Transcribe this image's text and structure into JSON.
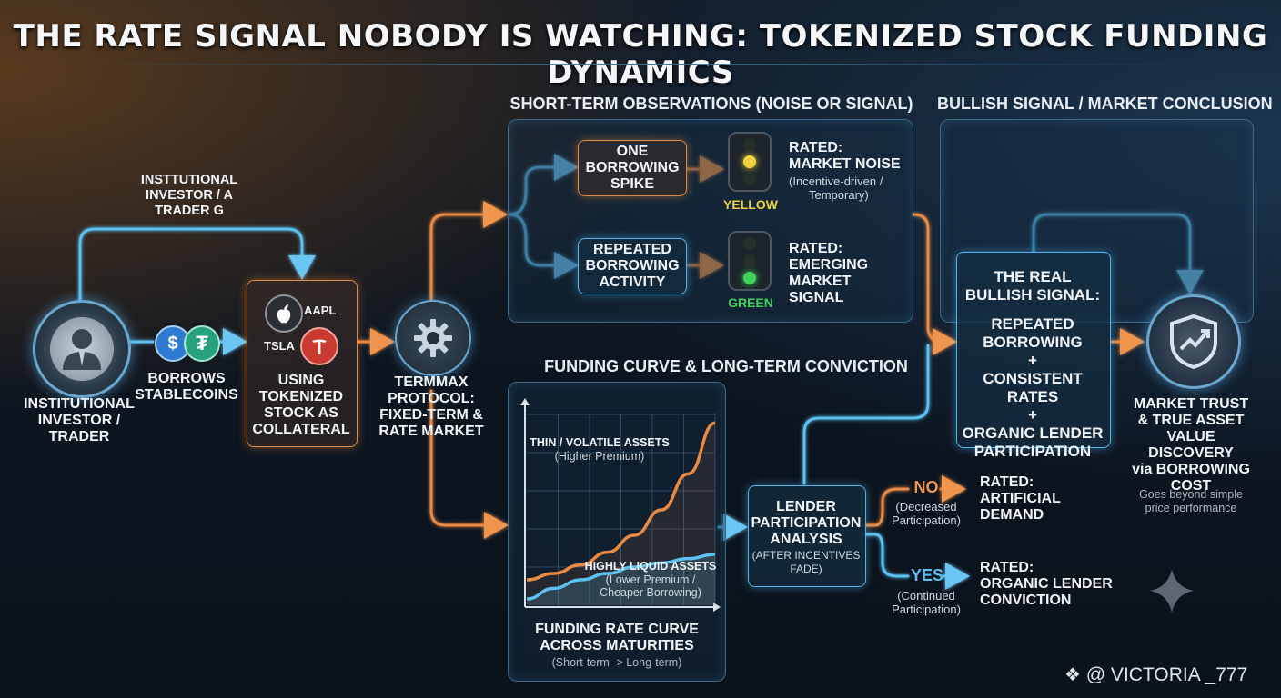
{
  "title": "THE RATE SIGNAL NOBODY IS WATCHING: TOKENIZED STOCK FUNDING DYNAMICS",
  "sections": {
    "short_term": "SHORT-TERM OBSERVATIONS (NOISE OR SIGNAL)",
    "bullish": "BULLISH SIGNAL / MARKET CONCLUSION",
    "funding": "FUNDING CURVE & LONG-TERM CONVICTION"
  },
  "left": {
    "loop_label": [
      "INSTTUTIONAL",
      "INVESTOR /  A",
      "TRADER G"
    ],
    "investor_label": [
      "INSTITUTIONAL",
      "INVESTOR /",
      "TRADER"
    ],
    "borrows_label": [
      "BORROWS",
      "STABLECOINS"
    ],
    "collateral_label": [
      "USING",
      "TOKENIZED",
      "STOCK AS",
      "COLLATERAL"
    ],
    "aapl": "AAPL",
    "tsla": "TSLA",
    "protocol_label": [
      "TERMMAX",
      "PROTOCOL:",
      "FIXED-TERM &",
      "RATE MARKET"
    ]
  },
  "short_term": {
    "spike_box": [
      "ONE",
      "BORROWING",
      "SPIKE"
    ],
    "spike_light": "YELLOW",
    "spike_rated": [
      "RATED:",
      "MARKET NOISE"
    ],
    "spike_note": [
      "(Incentive-driven /",
      "Temporary)"
    ],
    "repeat_box": [
      "REPEATED",
      "BORROWING",
      "ACTIVITY"
    ],
    "repeat_light": "GREEN",
    "repeat_rated": [
      "RATED:",
      "EMERGING",
      "MARKET SIGNAL"
    ]
  },
  "bullish": {
    "box": [
      "THE REAL",
      "BULLISH SIGNAL:",
      "REPEATED",
      "BORROWING",
      "+",
      "CONSISTENT RATES",
      "+",
      "ORGANIC LENDER",
      "PARTICIPATION"
    ],
    "result": [
      "MARKET TRUST",
      "& TRUE ASSET",
      "VALUE DISCOVERY",
      "via BORROWING",
      "COST"
    ],
    "result_note": [
      "Goes beyond simple",
      "price performance"
    ]
  },
  "funding": {
    "chart_caption": [
      "FUNDING RATE CURVE",
      "ACROSS MATURITIES"
    ],
    "chart_caption_note": "(Short-term -> Long-term)",
    "lender_box": [
      "LENDER",
      "PARTICIPATION",
      "ANALYSIS"
    ],
    "lender_note": [
      "(AFTER INCENTIVES",
      "FADE)"
    ],
    "no": "NO",
    "no_note": [
      "(Decreased",
      "Participation)"
    ],
    "no_rated": [
      "RATED:",
      "ARTIFICIAL",
      "DEMAND"
    ],
    "yes": "YES",
    "yes_note": [
      "(Continued",
      "Participation)"
    ],
    "yes_rated": [
      "RATED:",
      "ORGANIC LENDER",
      "CONVICTION"
    ]
  },
  "chart_data": {
    "type": "line",
    "xlabel": "",
    "ylabel": "",
    "series": [
      {
        "name": "THIN / VOLATILE ASSETS",
        "note": "(Higher Premium)",
        "color": "#e98a45",
        "values": [
          0.12,
          0.15,
          0.19,
          0.25,
          0.33,
          0.45,
          0.62,
          0.86
        ]
      },
      {
        "name": "HIGHLY LIQUID ASSETS",
        "note": "(Lower Premium / Cheaper Borrowing)",
        "color": "#5cc0f0",
        "values": [
          0.03,
          0.08,
          0.12,
          0.15,
          0.18,
          0.2,
          0.22,
          0.24
        ]
      }
    ]
  },
  "watermark": "@ VICTORIA  _777",
  "colors": {
    "orange": "#e98a45",
    "blue": "#5cc0f0",
    "yellow": "#f2d23a",
    "green": "#3fd25a"
  }
}
